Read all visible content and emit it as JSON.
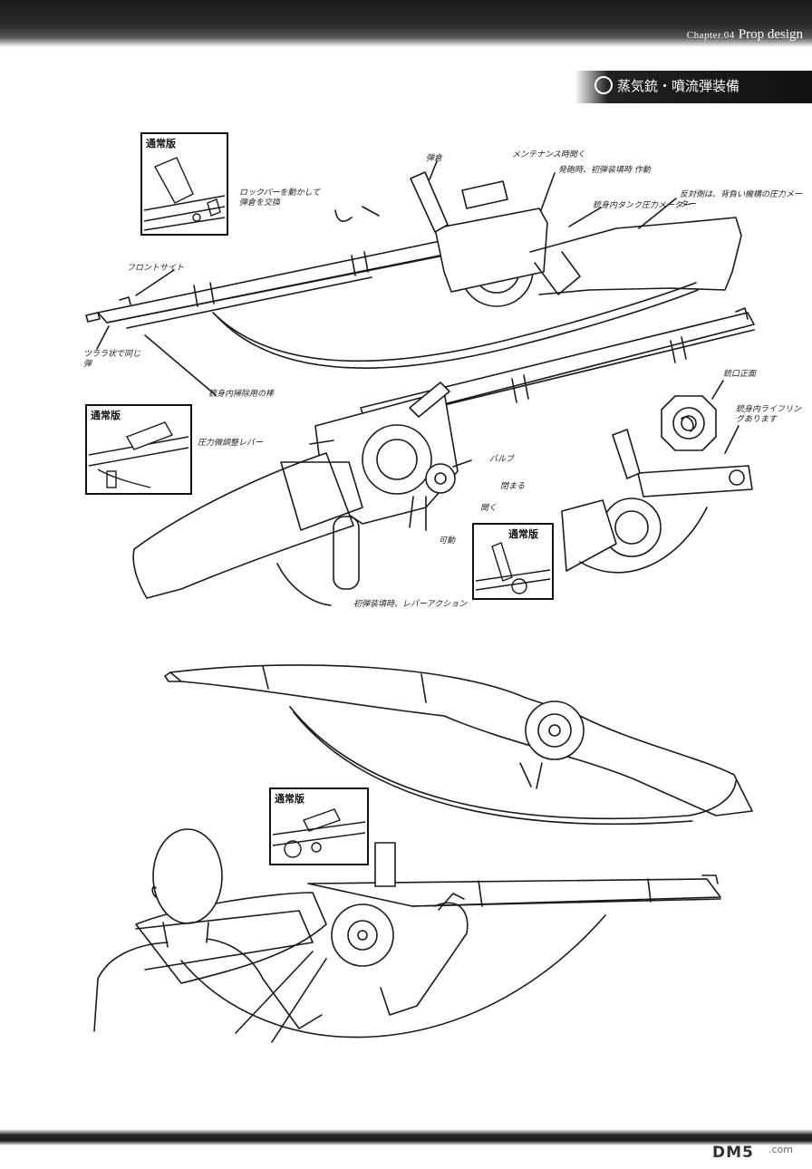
{
  "header": {
    "chapter": "Chapter.04",
    "section": "Prop design"
  },
  "title": "蒸気銃・噴流弾装備",
  "insets": [
    {
      "label": "通常版"
    },
    {
      "label": "通常版"
    },
    {
      "label": "通常版"
    },
    {
      "label": "通常版"
    }
  ],
  "annotations": {
    "magazine": "弾倉",
    "maintenance": "メンテナンス時開く",
    "firing_state": "発砲時、初弾装填時 作動",
    "lever_swap": "ロックバーを動かして弾倉を交換",
    "barrel_tank_meter": "銃身内タンク圧力メーター",
    "right_side_meter": "反対側は、背負い機構の圧力メーター",
    "front_sight": "フロントサイト",
    "same_as_bayonet": "ツララ状で同じ弾",
    "cleaning_rod": "銃身内掃除用の棒",
    "muzzle_front": "銃口正面",
    "rifling": "銃身内ライフリングあります",
    "pressure_lever": "圧力微調整レバー",
    "valve": "バルブ",
    "closes": "閉まる",
    "opens": "開く",
    "movable": "可動",
    "first_load": "初弾装填時、レバーアクション"
  },
  "footer": {
    "logo": "DM5",
    "site": ".com"
  }
}
